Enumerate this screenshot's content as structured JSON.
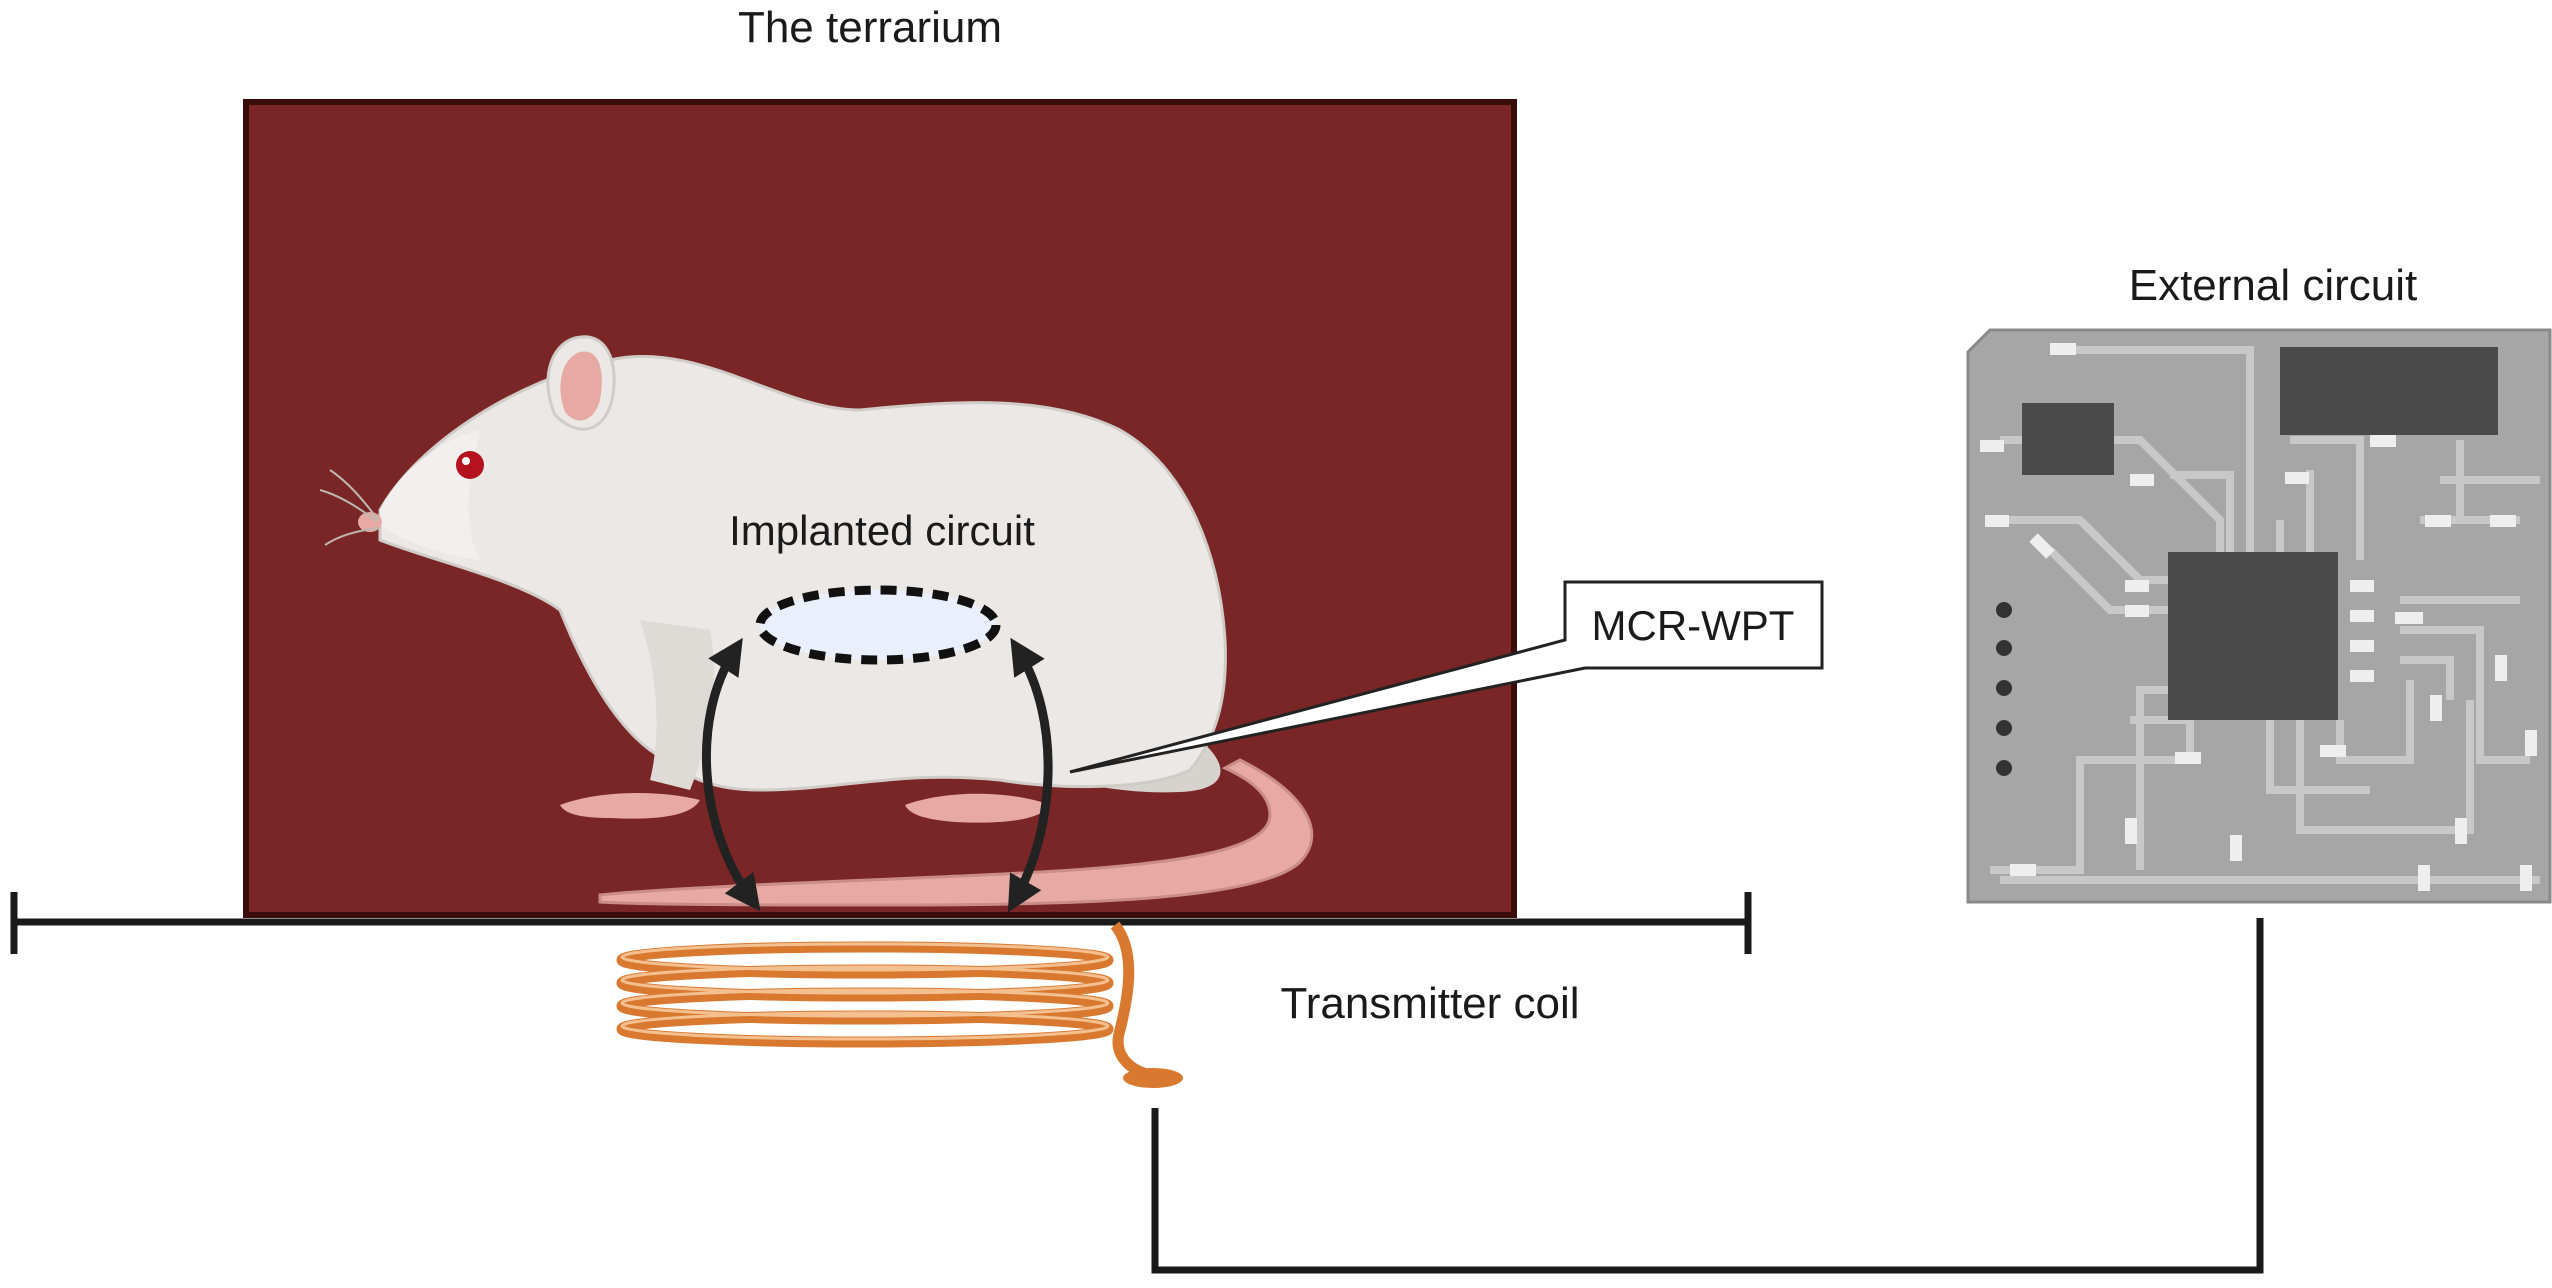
{
  "labels": {
    "terrarium": "The terrarium",
    "external_circuit": "External circuit",
    "implanted_circuit": "Implanted circuit",
    "callout": "MCR-WPT",
    "transmitter_coil": "Transmitter coil"
  },
  "colors": {
    "terrarium_fill": "#7a2626",
    "terrarium_border": "#3a0c0c",
    "rat_body": "#ebe8e5",
    "rat_shadow": "#d6d2ce",
    "rat_pink": "#e7a9a3",
    "rat_eye": "#b3121e",
    "coil": "#d9782f",
    "coil_highlight": "#f4c08f",
    "pcb": "#a6a6a6",
    "pcb_trace": "#c8c8c8",
    "chip": "#4a4a4a",
    "pad": "#eeeeee",
    "implant_fill": "#e9f0fb",
    "callout_fill": "#ffffff",
    "wire": "#1a1a1a"
  },
  "icons": {
    "rat": "white-rat-icon",
    "coil": "copper-coil-icon",
    "circuit_board": "circuit-board-icon",
    "link_arrows": "double-headed-arrow-icon"
  }
}
